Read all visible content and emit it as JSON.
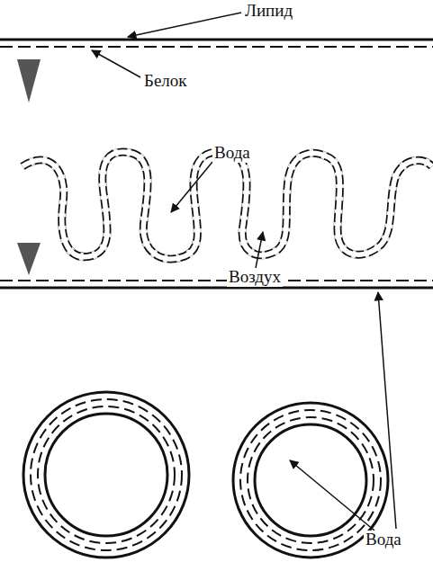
{
  "diagram": {
    "labels": [
      "Липид",
      "Белок",
      "Вода",
      "Воздух",
      "Вода"
    ]
  }
}
